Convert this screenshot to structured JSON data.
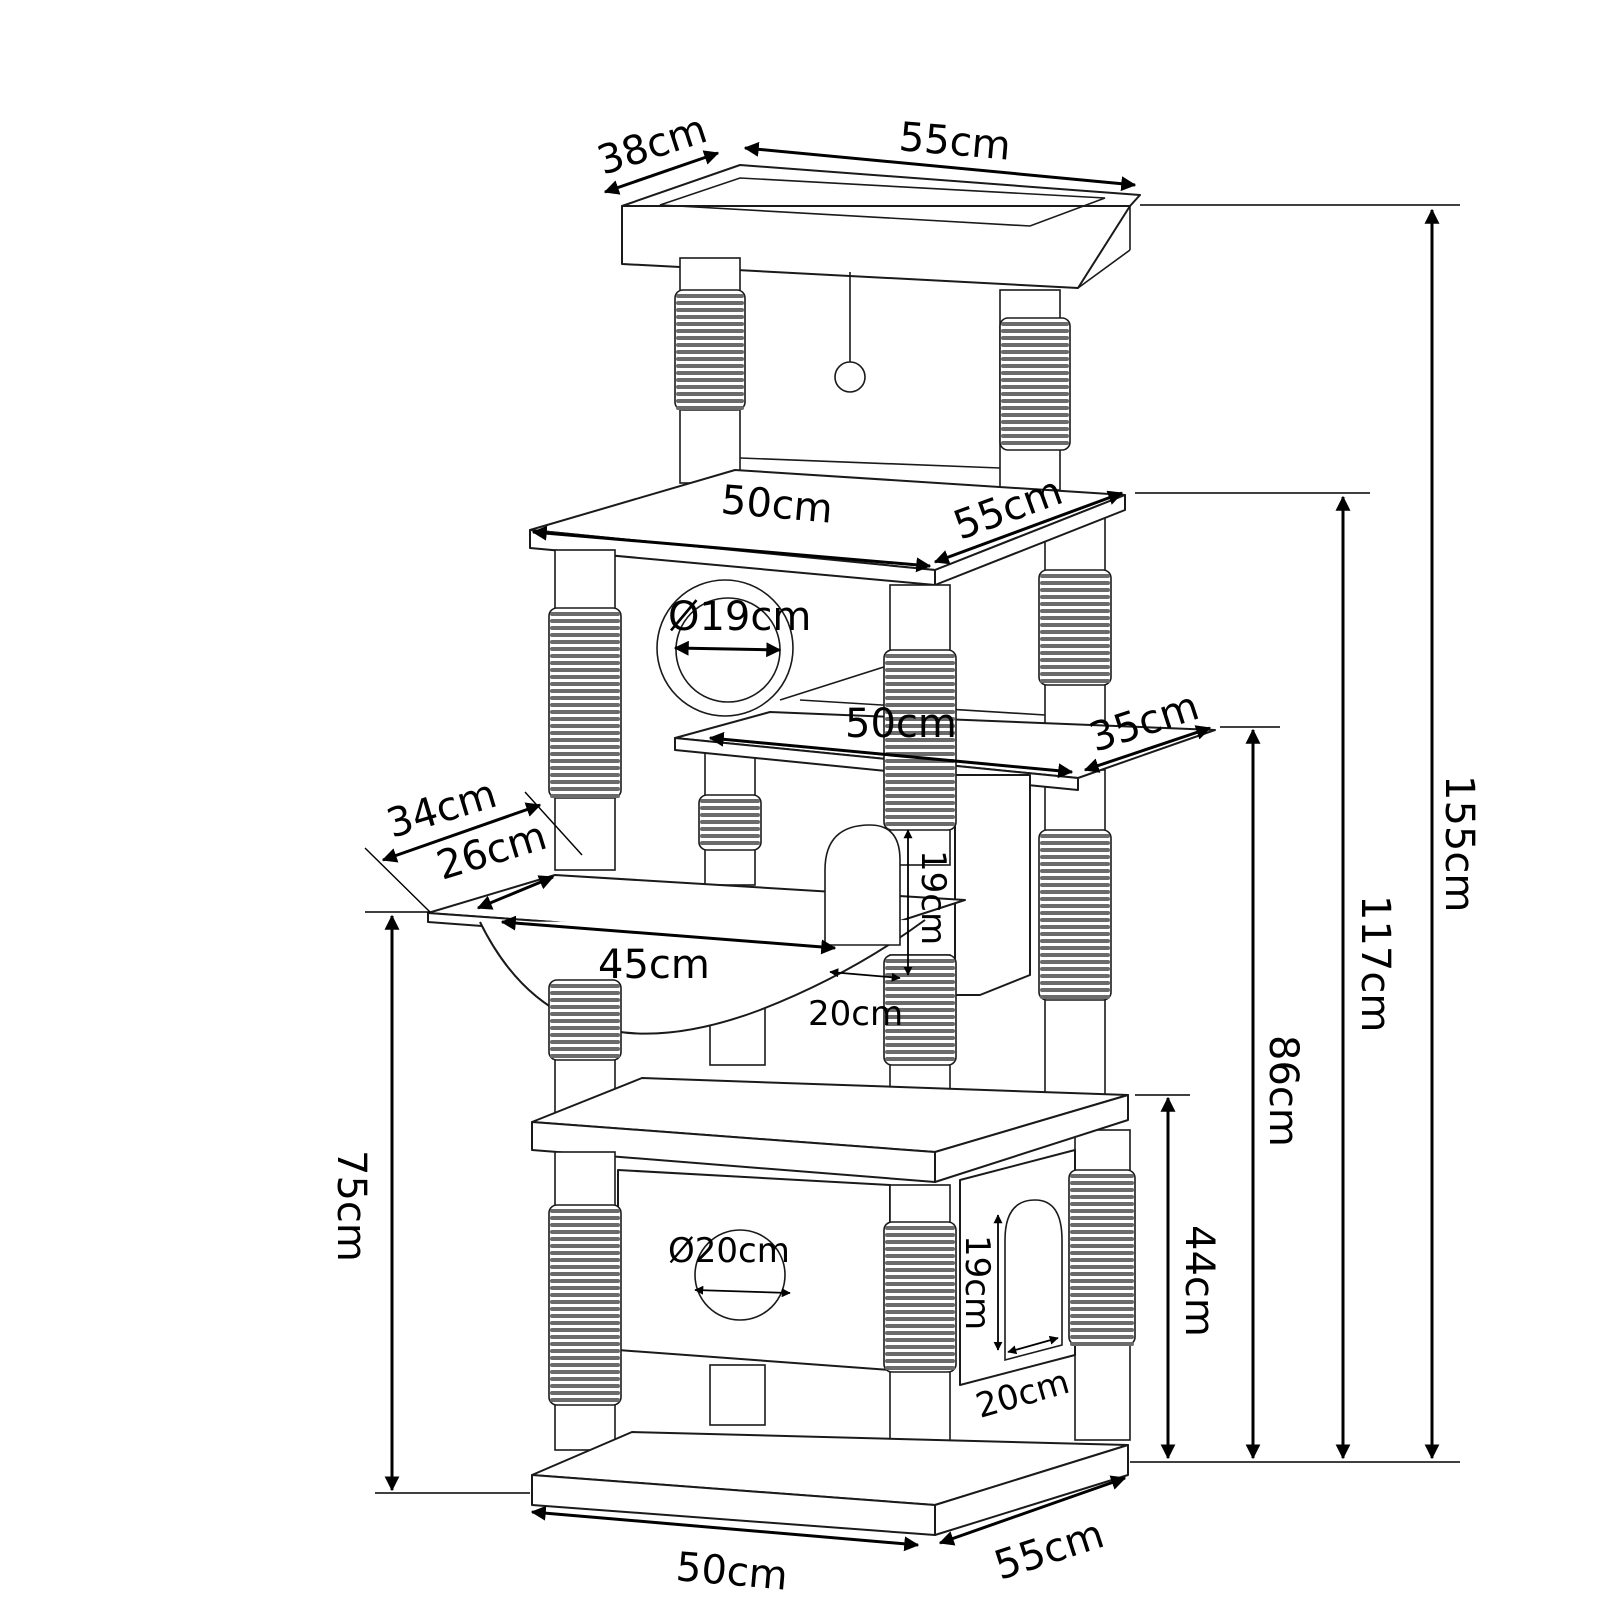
{
  "colors": {
    "line": "#1a1a1a",
    "rope": "#6b6b6b",
    "background": "#ffffff"
  },
  "dimensions": {
    "top_depth": "38cm",
    "top_width": "55cm",
    "deck_width": "50cm",
    "deck_depth": "55cm",
    "ring_diameter": "Ø19cm",
    "mid_width": "50cm",
    "mid_depth": "35cm",
    "hammock_outer": "34cm",
    "hammock_inner": "26cm",
    "hammock_length": "45cm",
    "arch_height_upper": "19cm",
    "arch_width_upper": "20cm",
    "hole_diameter": "Ø20cm",
    "arch_height_lower": "19cm",
    "arch_width_lower": "20cm",
    "base_width": "50cm",
    "base_depth": "55cm",
    "height_total": "155cm",
    "height_deck": "117cm",
    "height_mid": "86cm",
    "height_lower": "44cm",
    "height_hammock": "75cm"
  }
}
